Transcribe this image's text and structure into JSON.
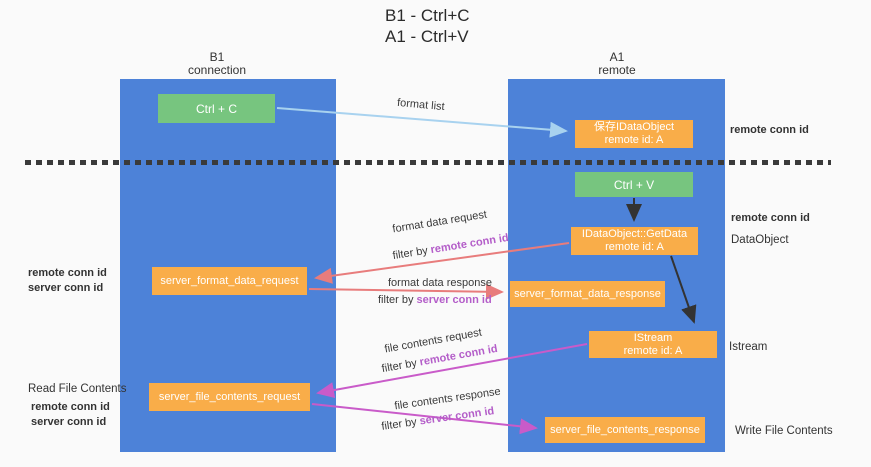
{
  "title": {
    "line1": "B1 - Ctrl+C",
    "line2": "A1 - Ctrl+V"
  },
  "columns": {
    "left": {
      "name": "B1",
      "subtitle": "connection"
    },
    "right": {
      "name": "A1",
      "subtitle": "remote"
    }
  },
  "boxes": {
    "ctrl_c": "Ctrl + C",
    "ctrl_v": "Ctrl + V",
    "save_idataobject": {
      "line1": "保存IDataObject",
      "line2": "remote id: A"
    },
    "getdata": {
      "line1": "IDataObject::GetData",
      "line2": "remote id: A"
    },
    "istream": {
      "line1": "IStream",
      "line2": "remote id: A"
    },
    "server_format_data_request": "server_format_data_request",
    "server_format_data_response": "server_format_data_response",
    "server_file_contents_request": "server_file_contents_request",
    "server_file_contents_response": "server_file_contents_response"
  },
  "labels": {
    "format_list": "format list",
    "format_data_request": "format data request",
    "format_data_response": "format data response",
    "file_contents_request": "file contents request",
    "file_contents_response": "file contents response",
    "filter_by": "filter by",
    "remote_conn_id": "remote conn id",
    "server_conn_id": "server conn id",
    "dataobject": "DataObject",
    "istream": "Istream",
    "read_file_contents": "Read File Contents",
    "write_file_contents": "Write File Contents"
  },
  "colors": {
    "column_blue": "#4d82d8",
    "box_green": "#77c57f",
    "box_orange": "#f9ad49",
    "accent_purple": "#b45ec9",
    "accent_green": "#56b366",
    "arrow_red": "#e87c7c",
    "arrow_magenta": "#c95bc9",
    "arrow_lightblue": "#a8d2ef",
    "arrow_black": "#333333"
  }
}
